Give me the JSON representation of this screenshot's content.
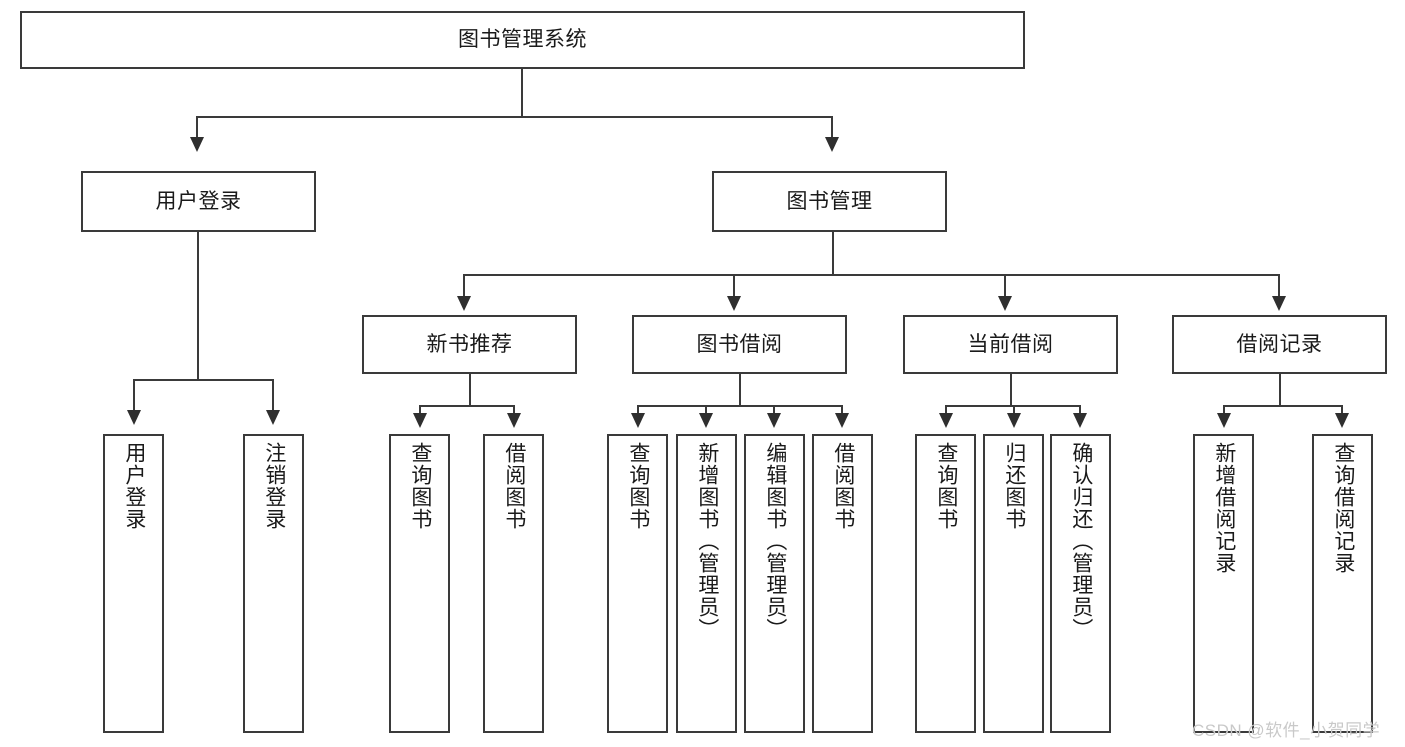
{
  "diagram": {
    "title_node": {
      "label": "图书管理系统"
    },
    "level2": [
      {
        "label": "用户登录"
      },
      {
        "label": "图书管理"
      }
    ],
    "level3": [
      {
        "label": "新书推荐"
      },
      {
        "label": "图书借阅"
      },
      {
        "label": "当前借阅"
      },
      {
        "label": "借阅记录"
      }
    ],
    "leaves": {
      "user_login": [
        {
          "label": "用户登录"
        },
        {
          "label": "注销登录"
        }
      ],
      "new_book": [
        {
          "label": "查询图书"
        },
        {
          "label": "借阅图书"
        }
      ],
      "book_borrow": [
        {
          "label": "查询图书"
        },
        {
          "label": "新增图书（管理员）"
        },
        {
          "label": "编辑图书（管理员）"
        },
        {
          "label": "借阅图书"
        }
      ],
      "current_borrow": [
        {
          "label": "查询图书"
        },
        {
          "label": "归还图书"
        },
        {
          "label": "确认归还（管理员）"
        }
      ],
      "borrow_record": [
        {
          "label": "新增借阅记录"
        },
        {
          "label": "查询借阅记录"
        }
      ]
    }
  },
  "watermark": {
    "text": "CSDN @软件_小贺同学"
  },
  "colors": {
    "stroke": "#3a3a3a",
    "text": "#1a1a1a",
    "background": "#ffffff",
    "watermark": "#c9c9c9"
  }
}
